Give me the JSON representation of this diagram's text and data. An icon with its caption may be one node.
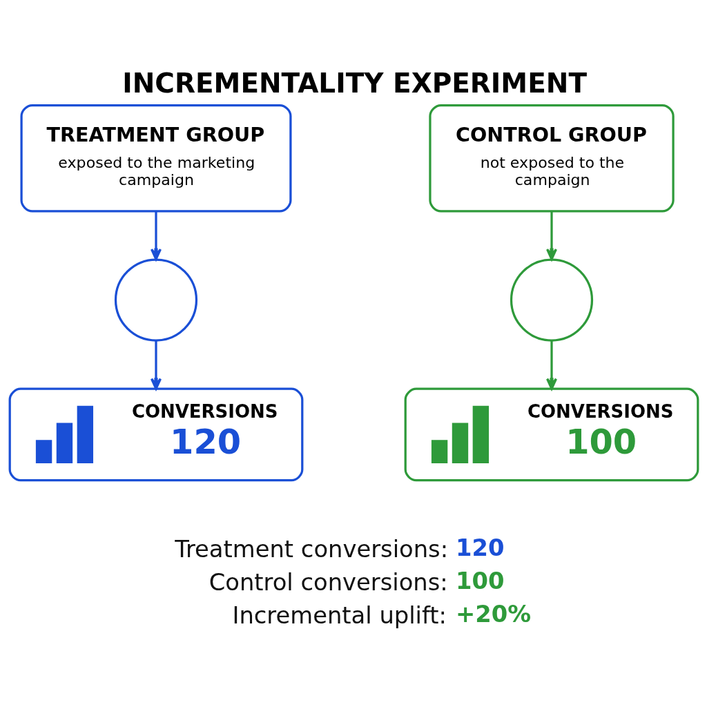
{
  "diagram": {
    "title": "INCREMENTALITY EXPERIMENT",
    "nodes": [
      {
        "text": [
          "TREATMENT GROUP",
          "exposed to the marketing campaign"
        ]
      },
      {
        "text": [
          "CONTROL GROUP",
          "not exposed to the campaign"
        ]
      },
      {
        "text": [],
        "shape": "circle"
      },
      {
        "text": [],
        "shape": "circle"
      },
      {
        "text": [
          "CONVERSIONS",
          "120"
        ]
      },
      {
        "text": [
          "CONVERSIONS",
          "100"
        ]
      }
    ],
    "edges": [
      {
        "from": 0,
        "to": 2,
        "arrow": "to",
        "color": "#1a4fd6"
      },
      {
        "from": 2,
        "to": 4,
        "arrow": "to",
        "color": "#1a4fd6"
      },
      {
        "from": 1,
        "to": 3,
        "arrow": "to",
        "color": "#2e9a3a"
      },
      {
        "from": 3,
        "to": 5,
        "arrow": "to",
        "color": "#2e9a3a"
      }
    ],
    "labels": [
      "Treatment conversions:",
      "120",
      "Control conversions:",
      "100",
      "Incremental uplift:",
      "+20%"
    ]
  }
}
